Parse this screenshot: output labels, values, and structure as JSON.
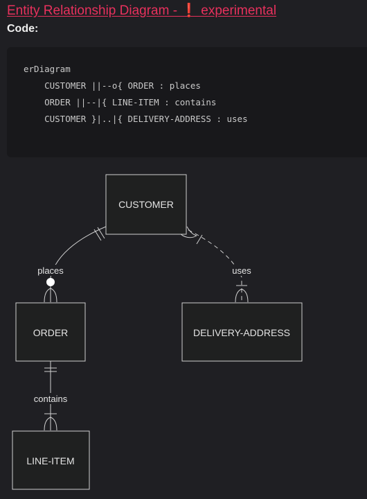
{
  "header": {
    "title": "Entity Relationship Diagram - ❗ experimental",
    "code_label": "Code:"
  },
  "code": {
    "lines": [
      "erDiagram",
      "    CUSTOMER ||--o{ ORDER : places",
      "    ORDER ||--|{ LINE-ITEM : contains",
      "    CUSTOMER }|..|{ DELIVERY-ADDRESS : uses"
    ]
  },
  "diagram": {
    "entities": {
      "customer": "CUSTOMER",
      "order": "ORDER",
      "delivery_address": "DELIVERY-ADDRESS",
      "line_item": "LINE-ITEM"
    },
    "relationships": {
      "places": "places",
      "contains": "contains",
      "uses": "uses"
    }
  },
  "colors": {
    "accent": "#e8315d",
    "background": "#1f1f23",
    "code_background": "#18181b",
    "stroke": "#d0d0d0"
  }
}
